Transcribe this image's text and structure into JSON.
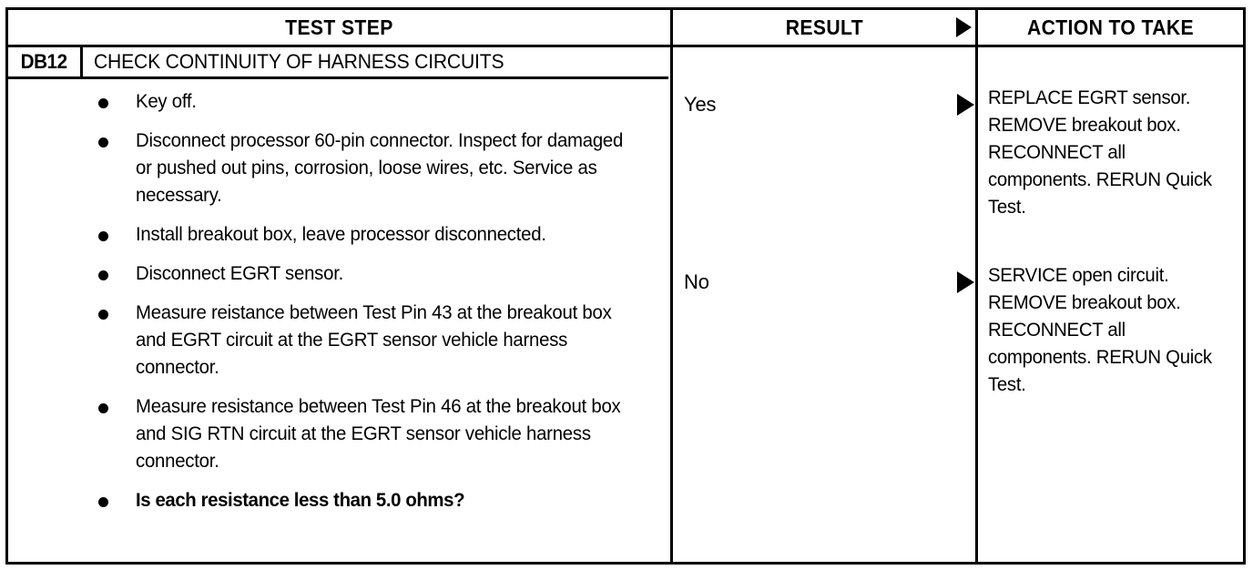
{
  "table": {
    "headers": {
      "test_step": "TEST STEP",
      "result": "RESULT",
      "action": "ACTION TO TAKE",
      "result_arrow_icon": "right-triangle-arrow-icon"
    },
    "step": {
      "id": "DB12",
      "title": "CHECK CONTINUITY OF HARNESS CIRCUITS",
      "bullets": [
        {
          "text": "Key off.",
          "bold": false
        },
        {
          "text": "Disconnect processor 60-pin connector. Inspect for damaged or pushed out pins, corrosion, loose wires, etc. Service as necessary.",
          "bold": false
        },
        {
          "text": "Install breakout box, leave processor disconnected.",
          "bold": false
        },
        {
          "text": "Disconnect EGRT sensor.",
          "bold": false
        },
        {
          "text": "Measure reistance between Test Pin 43 at the breakout box and EGRT circuit at the EGRT sensor vehicle harness connector.",
          "bold": false
        },
        {
          "text": "Measure resistance between Test Pin 46 at the breakout box and SIG RTN circuit at the EGRT sensor vehicle harness connector.",
          "bold": false
        },
        {
          "text": "Is each resistance less than 5.0 ohms?",
          "bold": true
        }
      ]
    },
    "branches": [
      {
        "result": "Yes",
        "arrow_icon": "right-triangle-arrow-icon",
        "action": "REPLACE EGRT sensor. REMOVE breakout box. RECONNECT all components. RERUN Quick Test."
      },
      {
        "result": "No",
        "arrow_icon": "right-triangle-arrow-icon",
        "action": "SERVICE open circuit. REMOVE breakout box. RECONNECT all components. RERUN Quick Test."
      }
    ]
  },
  "colors": {
    "ink": "#000000",
    "paper": "#ffffff"
  }
}
